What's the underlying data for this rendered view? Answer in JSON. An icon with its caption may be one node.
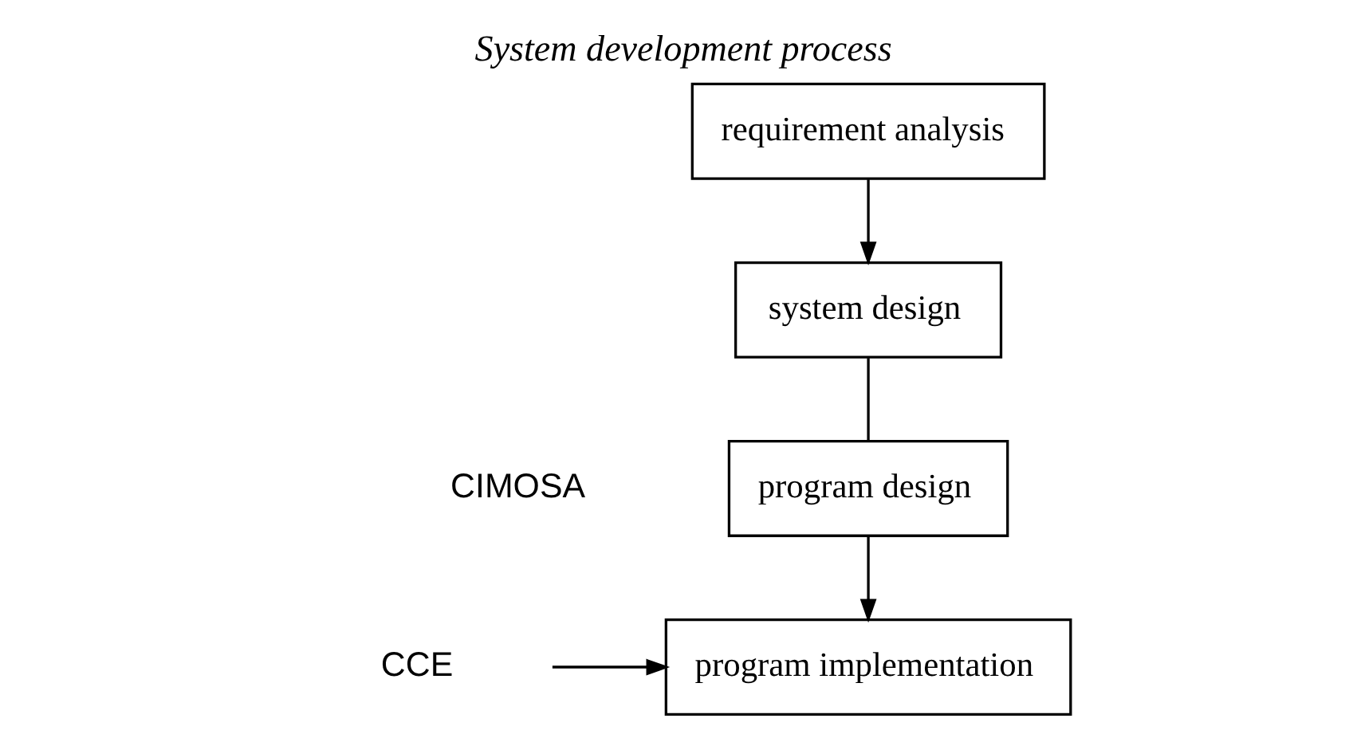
{
  "diagram": {
    "title": "System development process",
    "nodes": [
      {
        "text": [
          "requirement analysis"
        ]
      },
      {
        "text": [
          "system design"
        ]
      },
      {
        "text": [
          "program design"
        ]
      },
      {
        "text": [
          "program implementation"
        ]
      },
      {
        "text": [
          "CCE"
        ]
      }
    ],
    "edges": [
      {
        "from": 0,
        "to": 1,
        "arrow": "to"
      },
      {
        "from": 1,
        "to": 2,
        "arrow": "none"
      },
      {
        "from": 2,
        "to": 3,
        "arrow": "to"
      },
      {
        "from": 4,
        "to": 3,
        "arrow": "to"
      }
    ],
    "labels": [
      "CIMOSA"
    ]
  }
}
